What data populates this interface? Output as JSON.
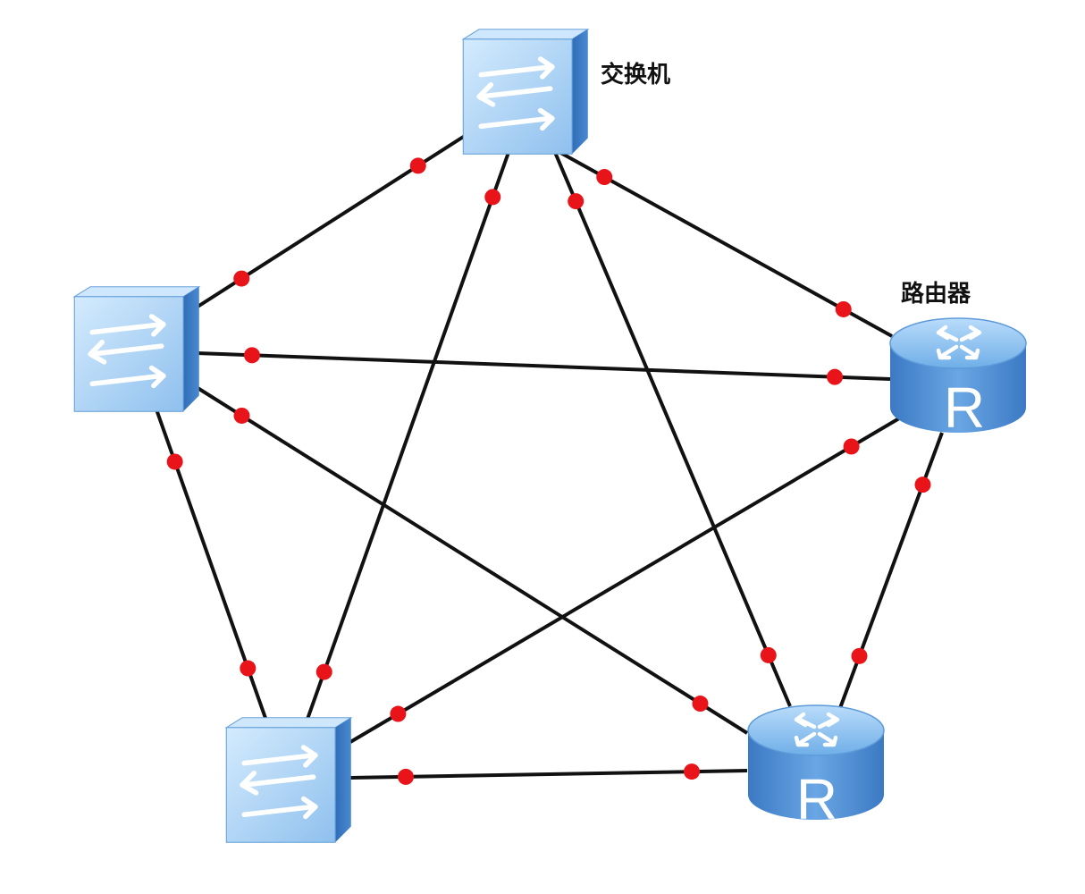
{
  "labels": {
    "switch": "交换机",
    "router": "路由器"
  },
  "router_letter": "R",
  "nodes": [
    {
      "id": "switch-top",
      "type": "switch"
    },
    {
      "id": "switch-left",
      "type": "switch"
    },
    {
      "id": "switch-bottom",
      "type": "switch"
    },
    {
      "id": "router-right",
      "type": "router"
    },
    {
      "id": "router-bottom",
      "type": "router"
    }
  ],
  "links": [
    [
      "switch-top",
      "switch-left"
    ],
    [
      "switch-top",
      "router-right"
    ],
    [
      "switch-top",
      "switch-bottom"
    ],
    [
      "switch-top",
      "router-bottom"
    ],
    [
      "switch-left",
      "router-right"
    ],
    [
      "switch-left",
      "switch-bottom"
    ],
    [
      "switch-left",
      "router-bottom"
    ],
    [
      "router-right",
      "switch-bottom"
    ],
    [
      "router-right",
      "router-bottom"
    ],
    [
      "switch-bottom",
      "router-bottom"
    ]
  ],
  "colors": {
    "link": "#111111",
    "port": "#e8141a",
    "device_front": "#a7d0f2",
    "device_side": "#3f7fc6",
    "device_top": "#c9e4fa",
    "router_body": "#4f8fd6",
    "router_top": "#8ec3f0"
  },
  "icons": {
    "switch": "switch-arrows-icon",
    "router": "router-arrows-icon"
  }
}
